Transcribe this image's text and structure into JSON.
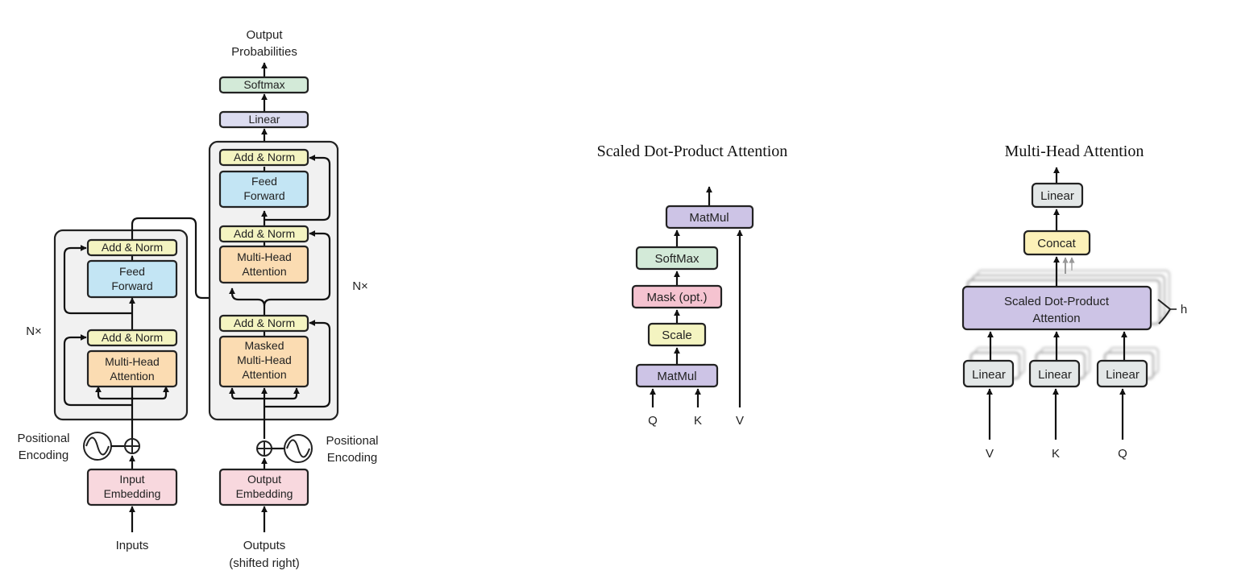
{
  "colors": {
    "add_norm": "#f4f4c1",
    "attention": "#fbdcb2",
    "feed_forward": "#c3e5f4",
    "embedding": "#f8d8de",
    "softmax": "#d3ead8",
    "linear": "#dcdcf0",
    "matmul": "#cdc4e6",
    "mask": "#f5c3d0",
    "mh_linear": "#e3e7e7",
    "concat": "#fcf1b8",
    "block_background": "#f1f1f1"
  },
  "transformer": {
    "output_probabilities_line1": "Output",
    "output_probabilities_line2": "Probabilities",
    "softmax": "Softmax",
    "linear": "Linear",
    "encoder": {
      "repeat": "N×",
      "add_norm_top": "Add & Norm",
      "feed_forward_line1": "Feed",
      "feed_forward_line2": "Forward",
      "add_norm_bottom": "Add & Norm",
      "mha_line1": "Multi-Head",
      "mha_line2": "Attention"
    },
    "decoder": {
      "repeat": "N×",
      "add_norm_top": "Add & Norm",
      "feed_forward_line1": "Feed",
      "feed_forward_line2": "Forward",
      "add_norm_mid": "Add & Norm",
      "mha_line1": "Multi-Head",
      "mha_line2": "Attention",
      "add_norm_bottom": "Add & Norm",
      "masked_line1": "Masked",
      "masked_line2": "Multi-Head",
      "masked_line3": "Attention"
    },
    "pos_enc_left_line1": "Positional",
    "pos_enc_left_line2": "Encoding",
    "pos_enc_right_line1": "Positional",
    "pos_enc_right_line2": "Encoding",
    "input_embedding_line1": "Input",
    "input_embedding_line2": "Embedding",
    "output_embedding_line1": "Output",
    "output_embedding_line2": "Embedding",
    "inputs": "Inputs",
    "outputs_line1": "Outputs",
    "outputs_line2": "(shifted right)"
  },
  "scaled_dot_product": {
    "title": "Scaled Dot-Product Attention",
    "matmul_top": "MatMul",
    "softmax": "SoftMax",
    "mask": "Mask (opt.)",
    "scale": "Scale",
    "matmul_bottom": "MatMul",
    "q": "Q",
    "k": "K",
    "v": "V"
  },
  "multi_head": {
    "title": "Multi-Head Attention",
    "linear_top": "Linear",
    "concat": "Concat",
    "sdpa_line1": "Scaled Dot-Product",
    "sdpa_line2": "Attention",
    "h": "h",
    "linear_v": "Linear",
    "linear_k": "Linear",
    "linear_q": "Linear",
    "v": "V",
    "k": "K",
    "q": "Q"
  }
}
